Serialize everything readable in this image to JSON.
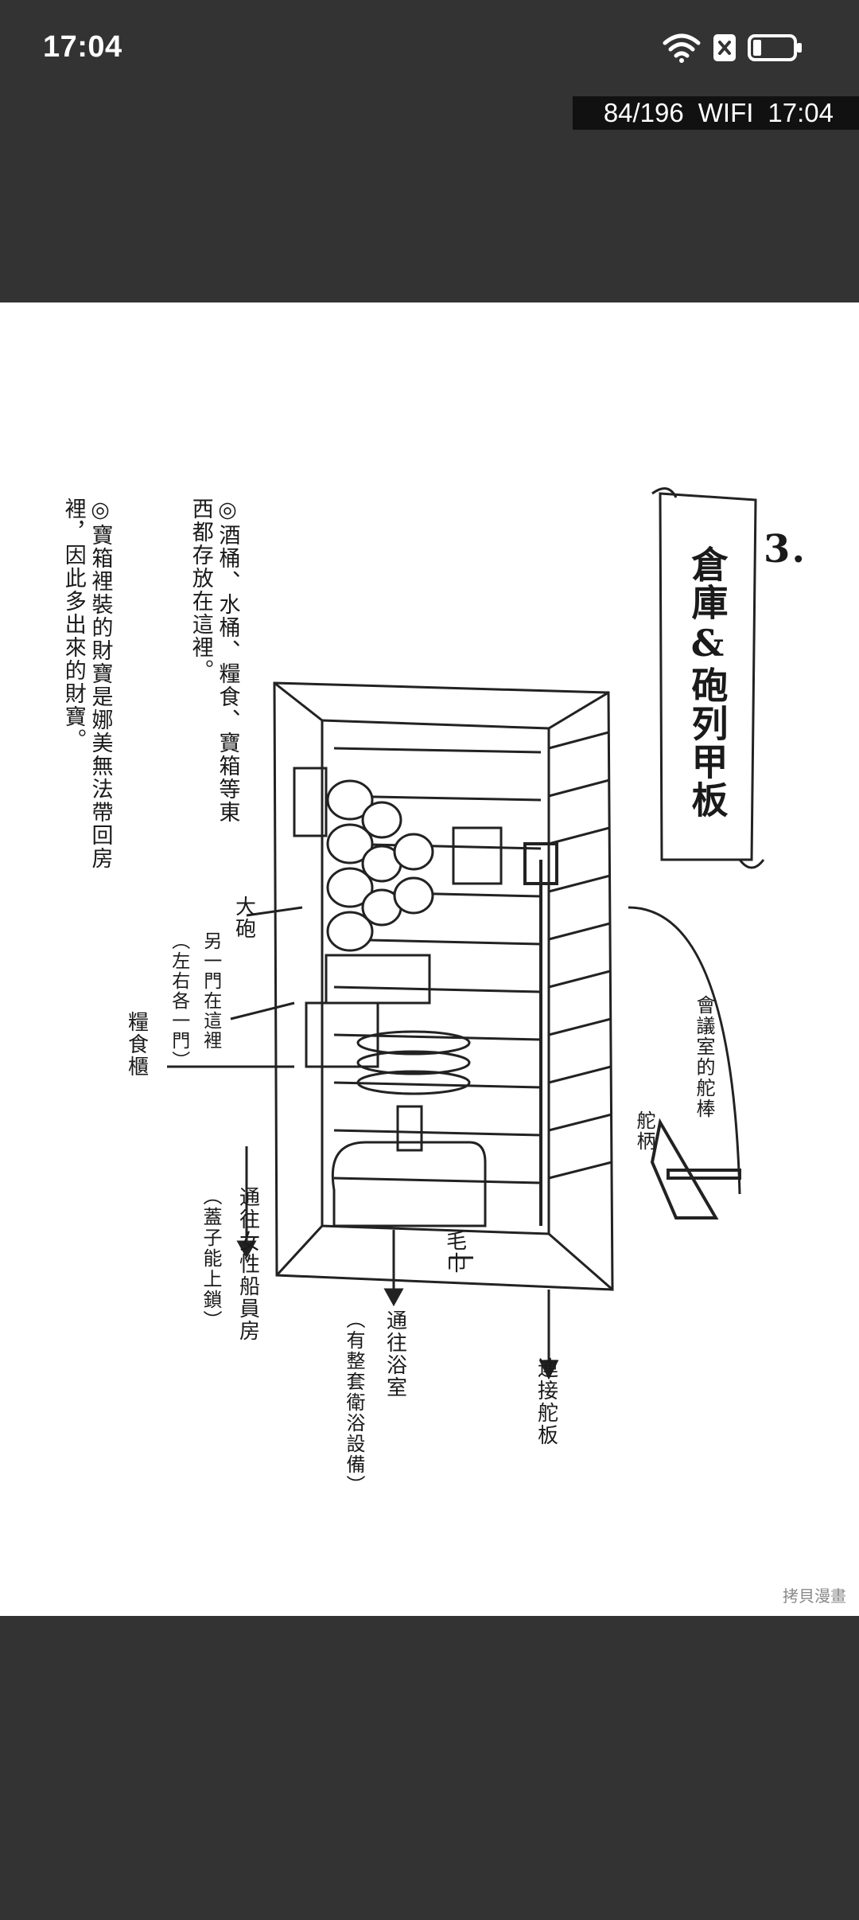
{
  "status_bar": {
    "time": "17:04",
    "icons": [
      "wifi-icon",
      "close-notification-icon",
      "battery-icon"
    ]
  },
  "reader": {
    "page_indicator": "84/196",
    "network": "WIFI",
    "clock": "17:04"
  },
  "page": {
    "number_heading": "3.",
    "title": "倉庫&砲列甲板",
    "labels": {
      "rudder_stick": "會議室的舵棒",
      "rudder_handle": "舵柄",
      "connect_rudder": "連接舵板",
      "towel": "毛巾",
      "to_bathroom": "通往浴室",
      "bathroom_note": "（有整套衛浴設備）",
      "to_female_crew": "通往女性船員房",
      "lid_note": "（蓋子能上鎖）",
      "food_cabinet": "糧食櫃",
      "cannon": "大砲",
      "other_cannon": "另一門在這裡",
      "left_right": "（左右各一門）"
    },
    "notes": [
      "◎酒桶、水桶、糧食、寶箱等東西都存放在這裡。",
      "◎寶箱裡裝的財寶是娜美無法帶回房裡，因此多出來的財寶。"
    ],
    "watermark": "拷貝漫畫"
  }
}
